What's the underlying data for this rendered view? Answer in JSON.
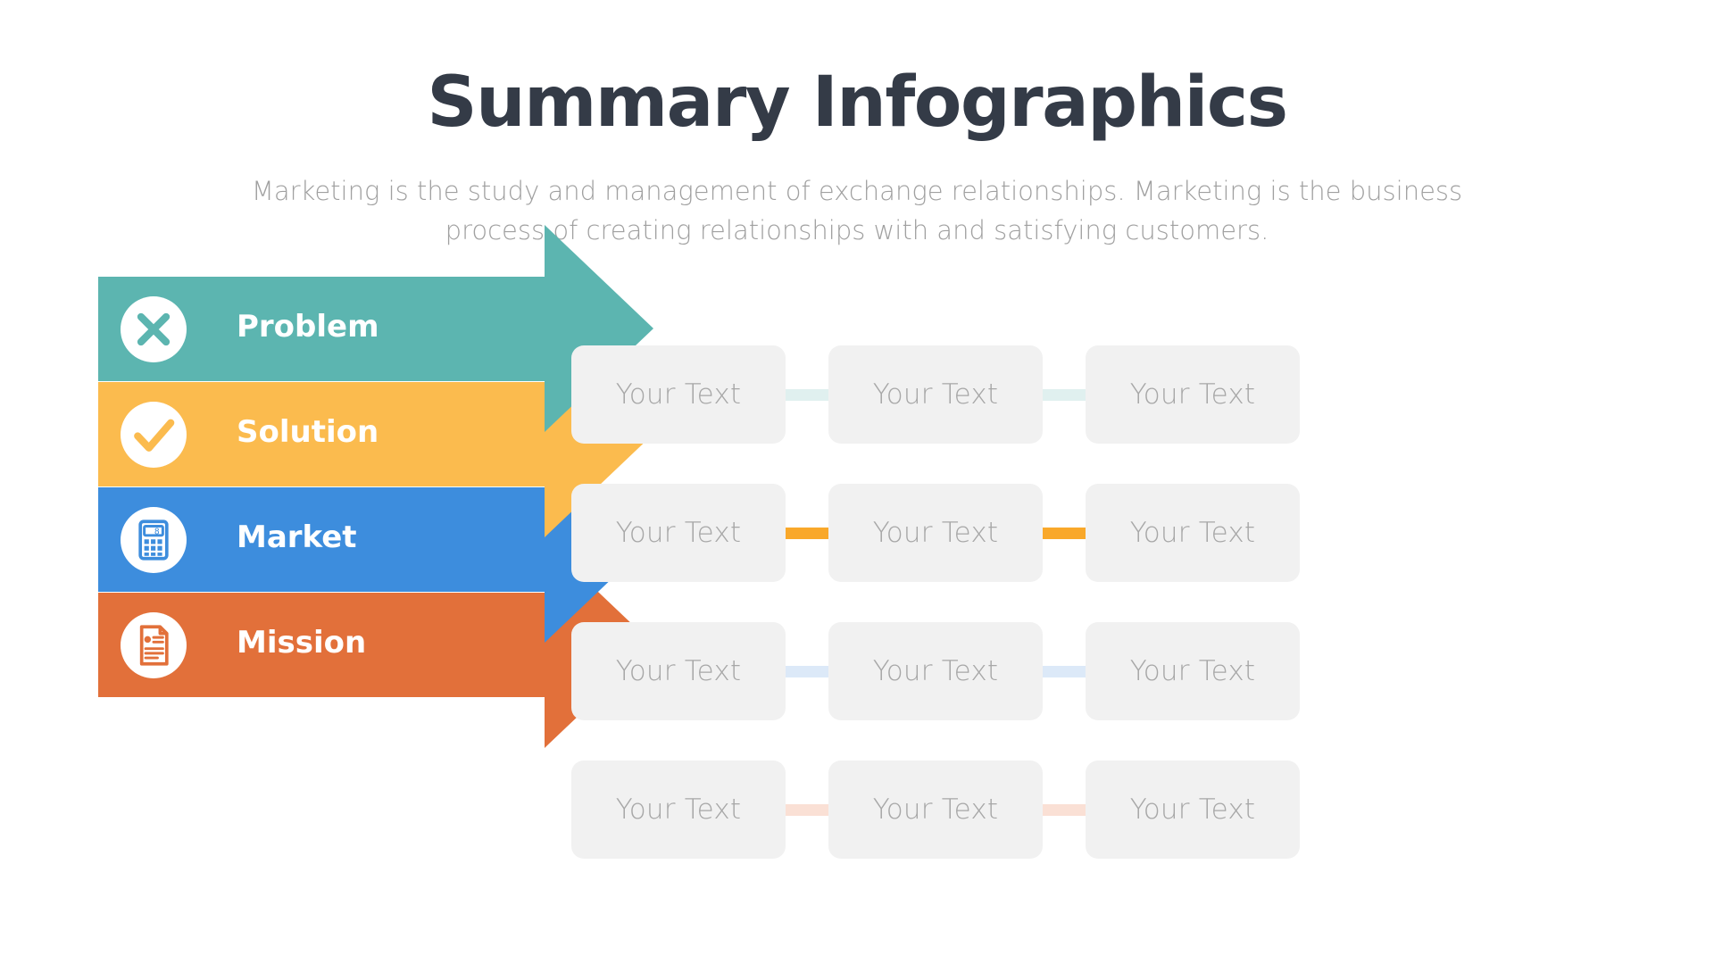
{
  "header": {
    "title": "Summary Infographics",
    "subtitle_line1": "Marketing is the study and management of exchange relationships. Marketing is the business",
    "subtitle_line2": "process of creating relationships with and satisfying customers.",
    "title_color": "#343b47",
    "subtitle_color": "#a0a0a0"
  },
  "rows": [
    {
      "label": "Problem",
      "color": "#5cb5b0",
      "connector_color": "#e0f0ef",
      "icon": "cross-icon",
      "cards": [
        "Your Text",
        "Your Text",
        "Your Text"
      ]
    },
    {
      "label": "Solution",
      "color": "#fbbb4e",
      "connector_color": "#f9a82a",
      "icon": "check-icon",
      "cards": [
        "Your Text",
        "Your Text",
        "Your Text"
      ]
    },
    {
      "label": "Market",
      "color": "#3d8ddd",
      "connector_color": "#dce9f8",
      "icon": "calculator-icon",
      "cards": [
        "Your Text",
        "Your Text",
        "Your Text"
      ]
    },
    {
      "label": "Mission",
      "color": "#e2703a",
      "connector_color": "#fae0d5",
      "icon": "document-icon",
      "cards": [
        "Your Text",
        "Your Text",
        "Your Text"
      ]
    }
  ],
  "card_style": {
    "background": "#f1f1f1",
    "text_color": "#a7a7a7"
  }
}
